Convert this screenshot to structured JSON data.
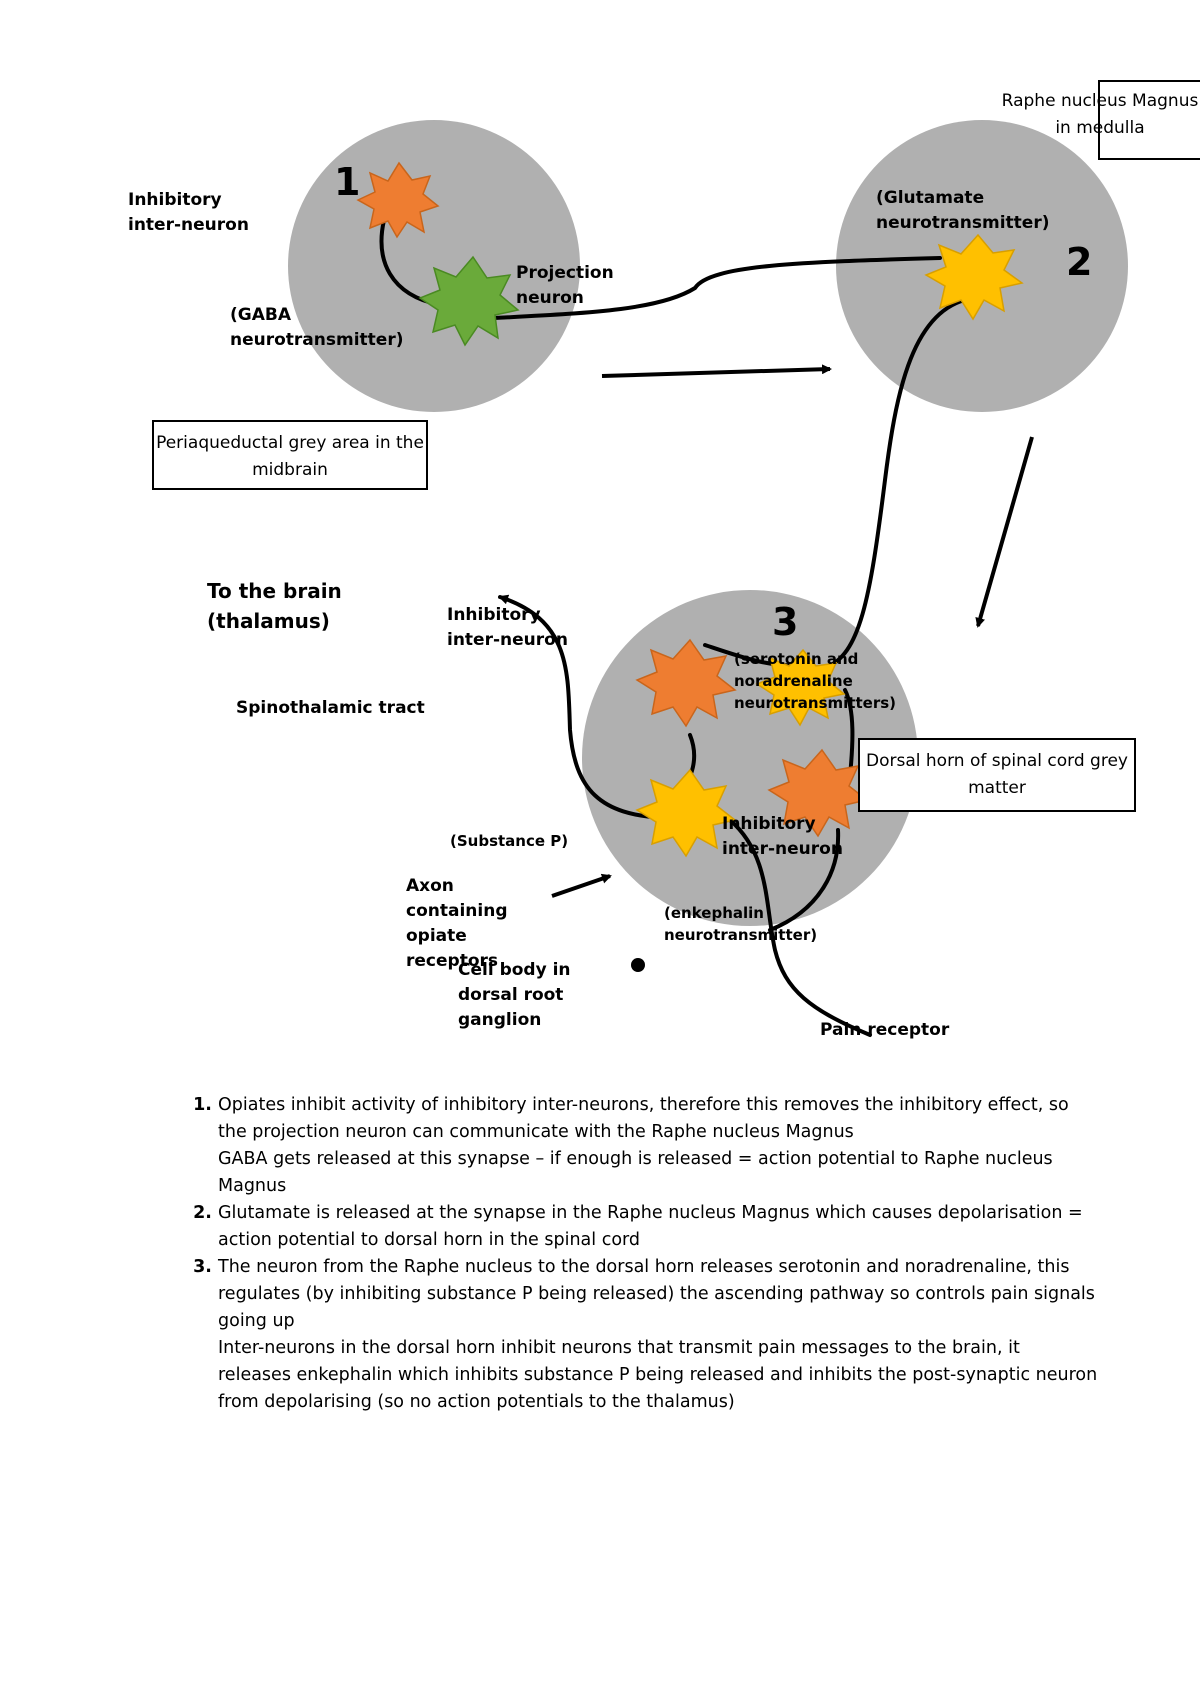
{
  "regions": {
    "pag": {
      "number": "1",
      "box_label": "Periaqueductal grey area in the midbrain"
    },
    "raphe": {
      "number": "2",
      "box_label": "Raphe nucleus Magnus in medulla"
    },
    "dorsal_horn": {
      "number": "3",
      "box_label": "Dorsal horn of spinal cord grey matter"
    }
  },
  "labels": {
    "inhibitory_interneuron_1": "Inhibitory inter-neuron",
    "gaba": "(GABA neurotransmitter)",
    "projection_neuron": "Projection neuron",
    "glutamate": "(Glutamate neurotransmitter)",
    "to_the_brain": "To the brain (thalamus)",
    "spinothalamic_tract": "Spinothalamic tract",
    "inhibitory_interneuron_top": "Inhibitory inter-neuron",
    "serotonin": "(serotonin and noradrenaline neurotransmitters)",
    "inhibitory_interneuron_bottom": "Inhibitory inter-neuron",
    "substance_p": "(Substance P)",
    "axon_opiate": "Axon containing opiate receptors",
    "enkephalin": "(enkephalin neurotransmitter)",
    "cell_body": "Cell body in dorsal root ganglion",
    "pain_receptor": "Pain receptor"
  },
  "colors": {
    "region_fill": "#b0b0b0",
    "orange_neuron": "#ee7d31",
    "green_neuron": "#6aaa3a",
    "yellow_neuron": "#ffc000"
  },
  "notes": [
    {
      "number": "1.",
      "lines": [
        "Opiates inhibit activity of inhibitory inter-neurons, therefore this removes the inhibitory effect, so the projection neuron can communicate with the Raphe nucleus Magnus",
        "GABA gets released at this synapse – if enough is released = action potential to Raphe nucleus Magnus"
      ]
    },
    {
      "number": "2.",
      "lines": [
        "Glutamate is released at the synapse in the Raphe nucleus Magnus which causes depolarisation = action potential to dorsal horn in the spinal cord"
      ]
    },
    {
      "number": "3.",
      "lines": [
        "The neuron from the Raphe nucleus to the dorsal horn releases serotonin and noradrenaline, this regulates (by inhibiting substance P being released) the ascending pathway so controls pain signals going up",
        "Inter-neurons in the dorsal horn inhibit neurons that transmit pain messages to the brain, it releases enkephalin which inhibits substance P being released and inhibits the post-synaptic neuron from depolarising (so no action potentials to the thalamus)"
      ]
    }
  ]
}
